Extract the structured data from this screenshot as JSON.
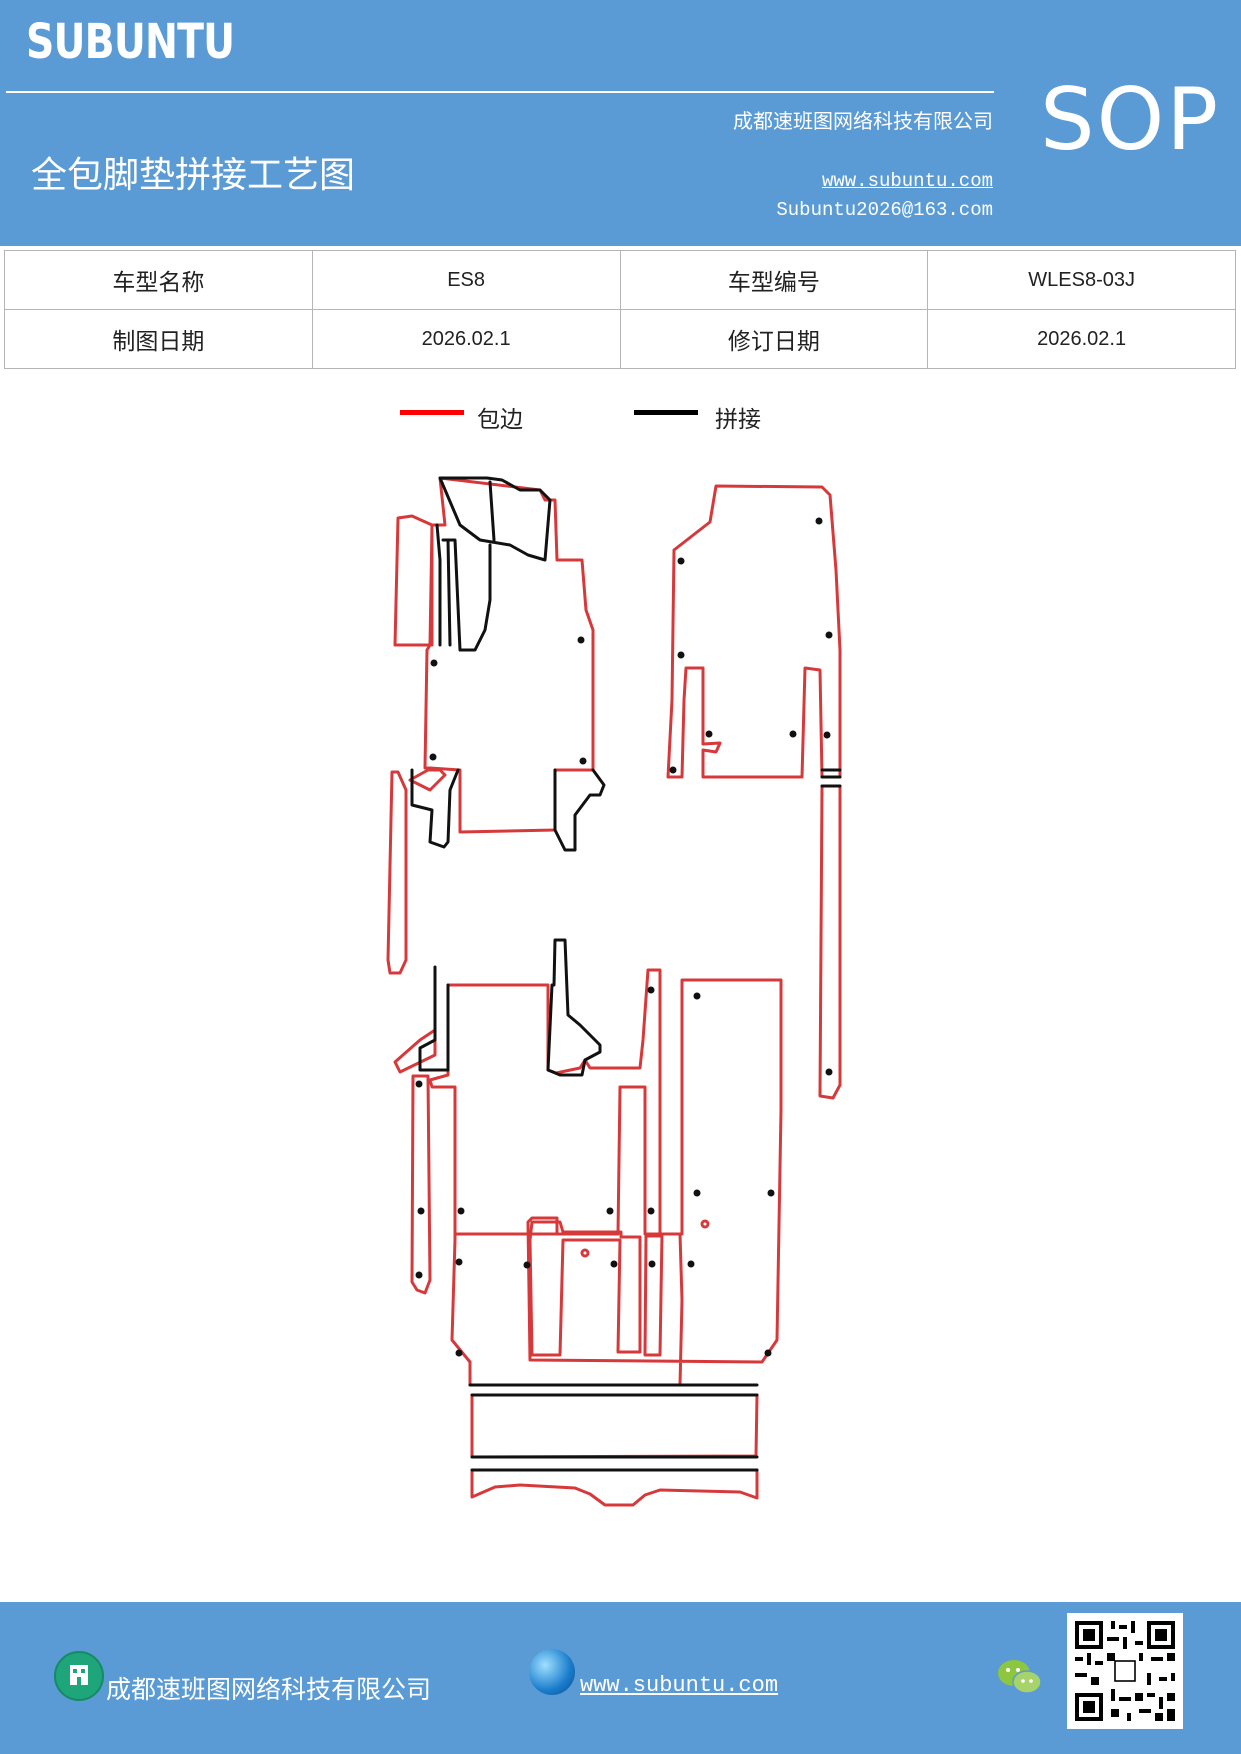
{
  "header": {
    "brand": "SUBUNTU",
    "code": "SOP",
    "title": "全包脚垫拼接工艺图",
    "company": "成都速班图网络科技有限公司",
    "website": "www.subuntu.com",
    "email": "Subuntu2026@163.com"
  },
  "info": {
    "row1": [
      "车型名称",
      "ES8",
      "车型编号",
      "WLES8-03J"
    ],
    "row2": [
      "制图日期",
      "2026.02.1",
      "修订日期",
      "2026.02.1"
    ]
  },
  "legend": {
    "items": [
      {
        "label": "包边",
        "color": "#ff0000"
      },
      {
        "label": "拼接",
        "color": "#000000"
      }
    ]
  },
  "footer": {
    "company": "成都速班图网络科技有限公司",
    "website": "www.subuntu.com"
  },
  "colors": {
    "accent": "#5b9bd5",
    "edge": "#d7393b",
    "seam": "#111111"
  },
  "icons": [
    "building-icon",
    "globe-icon",
    "wechat-icon",
    "qr-code"
  ]
}
